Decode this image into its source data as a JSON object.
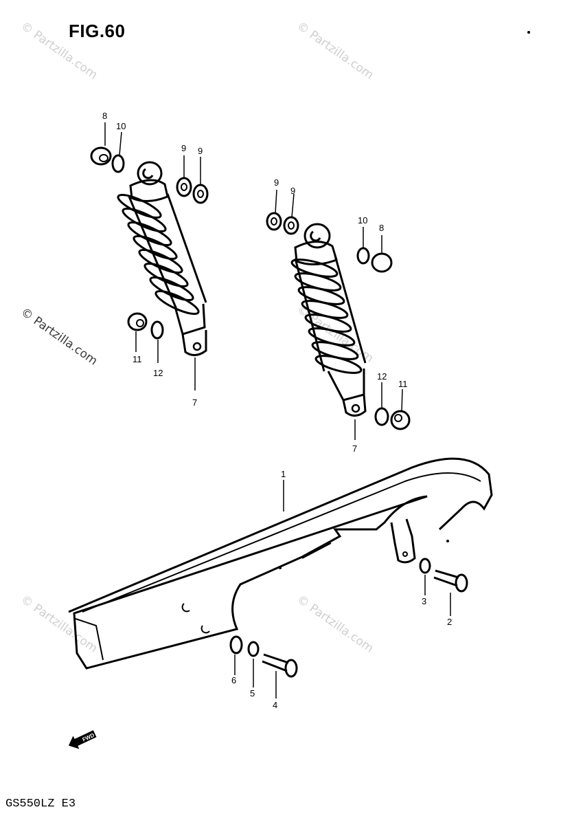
{
  "figure": {
    "title": "FIG.60",
    "model_code": "GS550LZ E3",
    "fwd_arrow_label": "FWD"
  },
  "watermark": {
    "text": "© Partzilla.com"
  },
  "callouts": {
    "c1": "1",
    "c2": "2",
    "c3": "3",
    "c4": "4",
    "c5": "5",
    "c6": "6",
    "c7a": "7",
    "c7b": "7",
    "c8a": "8",
    "c8b": "8",
    "c9a": "9",
    "c9b": "9",
    "c9c": "9",
    "c9d": "9",
    "c10a": "10",
    "c10b": "10",
    "c11a": "11",
    "c11b": "11",
    "c12a": "12",
    "c12b": "12"
  }
}
